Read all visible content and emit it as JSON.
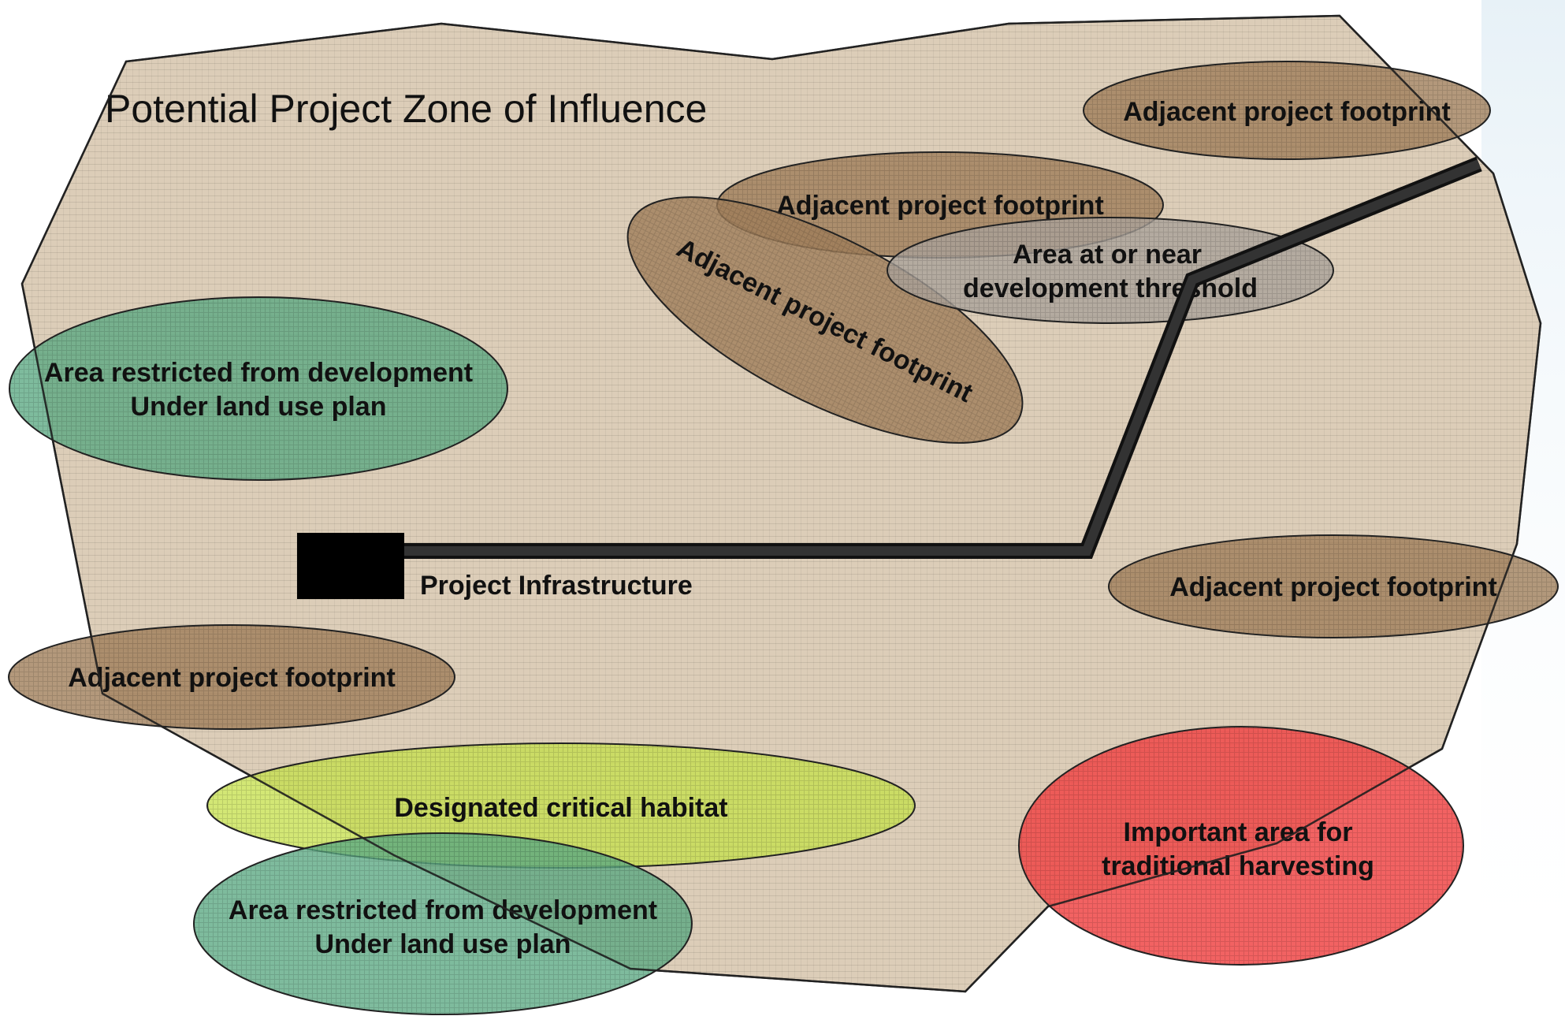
{
  "diagram": {
    "zone_title": "Potential Project Zone of Influence",
    "infrastructure_label": "Project Infrastructure",
    "labels": {
      "adjacent_top_right": "Adjacent project footprint",
      "adjacent_top_center": "Adjacent project footprint",
      "adjacent_tilted": "Adjacent project footprint",
      "threshold_line1": "Area at or near",
      "threshold_line2": "development threshold",
      "restricted_left_line1": "Area restricted from development",
      "restricted_left_line2": "Under land use plan",
      "adjacent_right": "Adjacent project footprint",
      "adjacent_left": "Adjacent project footprint",
      "critical_habitat": "Designated critical habitat",
      "restricted_bottom_line1": "Area restricted from development",
      "restricted_bottom_line2": "Under land use plan",
      "harvesting_line1": "Important area for",
      "harvesting_line2": "traditional harvesting"
    },
    "colors": {
      "zone_fill": "#dccdb8",
      "adjacent_fill": "#a07e5a",
      "restricted_fill": "#5aa882",
      "threshold_fill": "#a9a19a",
      "habitat_fill": "#c7e04e",
      "harvesting_fill": "#f04646",
      "infrastructure": "#000000",
      "road": "#333333",
      "outline": "#222222"
    }
  }
}
